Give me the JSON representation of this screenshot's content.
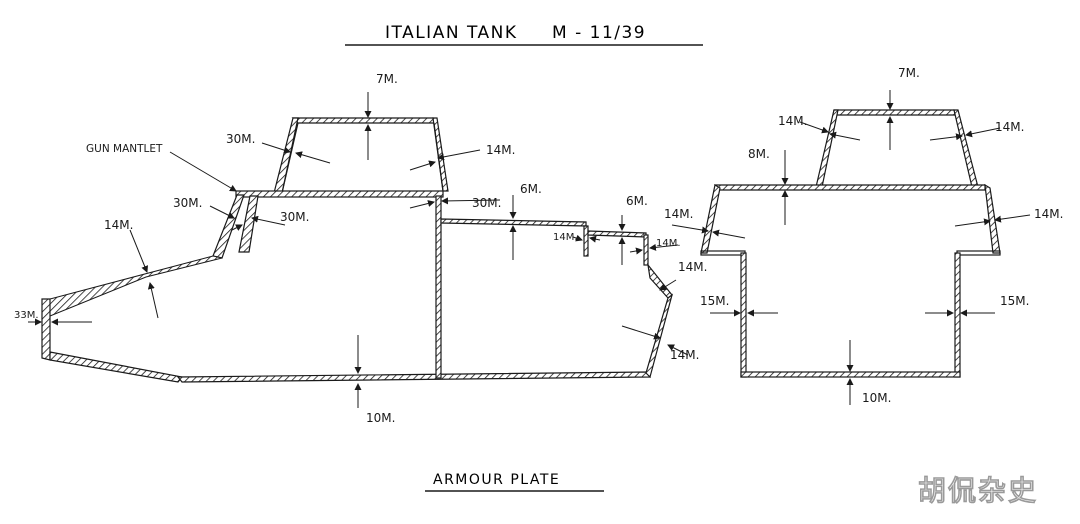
{
  "title": "ITALIAN TANK     M - 11/39",
  "caption": "ARMOUR PLATE",
  "watermark": "胡侃杂史",
  "labels": {
    "gun_mantlet": "GUN MANTLET",
    "side_roof_turret": "7M.",
    "side_turret_front": "30M.",
    "side_turret_rear": "14M.",
    "side_mantlet_upper": "30M.",
    "side_mantlet_lower": "30M.",
    "side_glacis": "14M.",
    "side_nose": "33M.",
    "side_hull_roof": "30M.",
    "side_engine_roof": "6M.",
    "side_engine_step": "6M.",
    "side_engine_front": "14M.",
    "side_engine_mid": "14M.",
    "side_rear_upper": "14M.",
    "side_rear_lower": "14M.",
    "side_floor": "10M.",
    "end_turret_roof": "7M.",
    "end_turret_left": "14M.",
    "end_turret_right": "14M.",
    "end_hull_roof": "8M.",
    "end_sponson_left": "14M.",
    "end_sponson_right": "14M.",
    "end_hull_left": "15M.",
    "end_hull_right": "15M.",
    "end_floor": "10M."
  },
  "colors": {
    "ink": "#1a1a1a",
    "paper": "#ffffff",
    "watermark": "#ffffff"
  }
}
